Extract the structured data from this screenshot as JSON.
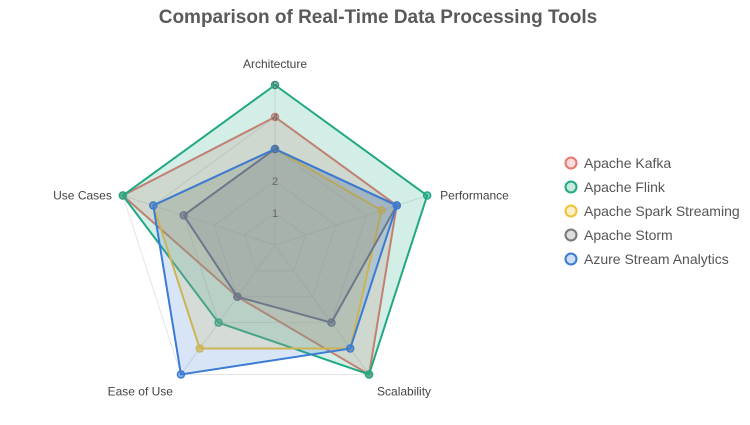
{
  "chart_data": {
    "type": "radar",
    "title": "Comparison of Real-Time Data Processing Tools",
    "axes": [
      "Architecture",
      "Performance",
      "Scalability",
      "Ease of Use",
      "Use Cases"
    ],
    "r_range": [
      0,
      5
    ],
    "ticks": [
      "1",
      "2",
      "3",
      "4",
      "5"
    ],
    "grid": true,
    "legend_position": "right",
    "series": [
      {
        "name": "Apache Kafka",
        "values": [
          4,
          4,
          5,
          2,
          5
        ],
        "color": "#e8776f"
      },
      {
        "name": "Apache Flink",
        "values": [
          5,
          5,
          5,
          3,
          5
        ],
        "color": "#22a884"
      },
      {
        "name": "Apache Spark Streaming",
        "values": [
          3,
          3.5,
          4,
          4,
          4
        ],
        "color": "#f1c232"
      },
      {
        "name": "Apache Storm",
        "values": [
          3,
          4,
          3,
          2,
          3
        ],
        "color": "#777777"
      },
      {
        "name": "Azure Stream Analytics",
        "values": [
          3,
          4,
          4,
          5,
          4
        ],
        "color": "#3a7bd5"
      }
    ]
  }
}
